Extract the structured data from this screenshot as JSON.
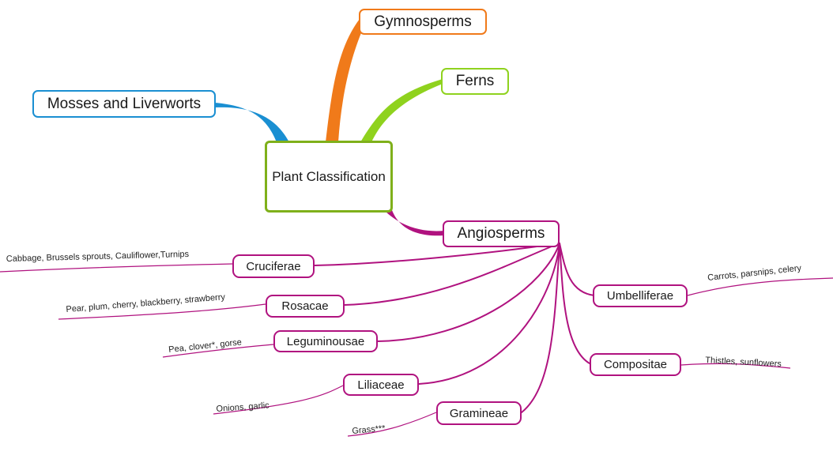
{
  "center": {
    "label": "Plant Classification",
    "border_color": "#7fb01a"
  },
  "branches": {
    "gymnosperms": {
      "label": "Gymnosperms",
      "color": "#f07a1a"
    },
    "ferns": {
      "label": "Ferns",
      "color": "#8fd21e"
    },
    "mosses": {
      "label": "Mosses and Liverworts",
      "color": "#1a8fd2"
    },
    "angiosperms": {
      "label": "Angiosperms",
      "color": "#b0127f"
    }
  },
  "families": {
    "cruciferae": {
      "label": "Cruciferae",
      "examples": "Cabbage, Brussels sprouts, Cauliflower,Turnips"
    },
    "rosacae": {
      "label": "Rosacae",
      "examples": "Pear, plum, cherry, blackberry, strawberry"
    },
    "leguminousae": {
      "label": "Leguminousae",
      "examples": "Pea, clover*, gorse"
    },
    "liliaceae": {
      "label": "Liliaceae",
      "examples": "Onions, garlic"
    },
    "gramineae": {
      "label": "Gramineae",
      "examples": "Grass***"
    },
    "umbelliferae": {
      "label": "Umbelliferae",
      "examples": "Carrots, parsnips, celery"
    },
    "compositae": {
      "label": "Compositae",
      "examples": "Thistles, sunflowers"
    }
  }
}
